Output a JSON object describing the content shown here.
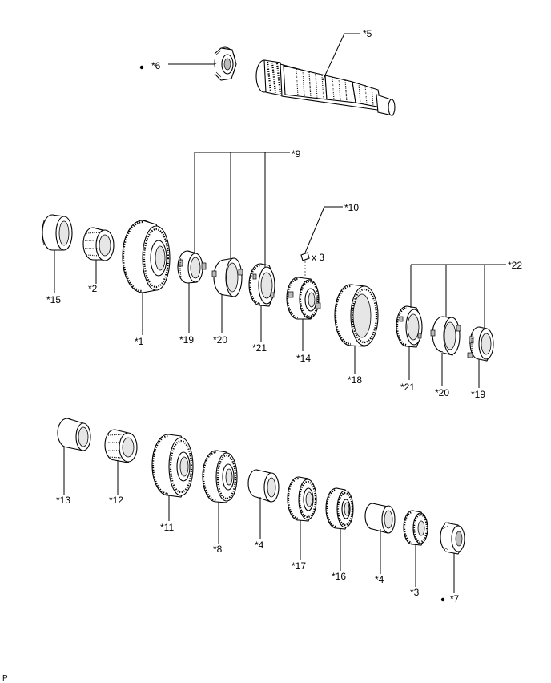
{
  "labels": {
    "l1": "*1",
    "l2": "*2",
    "l3": "*3",
    "l4a": "*4",
    "l4b": "*4",
    "l5": "*5",
    "l6": "*6",
    "l7": "*7",
    "l8": "*8",
    "l9": "*9",
    "l10": "*10",
    "l11": "*11",
    "l12": "*12",
    "l13": "*13",
    "l14": "*14",
    "l15": "*15",
    "l16": "*16",
    "l17": "*17",
    "l18": "*18",
    "l19a": "*19",
    "l19b": "*19",
    "l20a": "*20",
    "l20b": "*20",
    "l21a": "*21",
    "l21b": "*21",
    "l22": "*22"
  },
  "quantity": "x 3",
  "corner_mark": "P"
}
